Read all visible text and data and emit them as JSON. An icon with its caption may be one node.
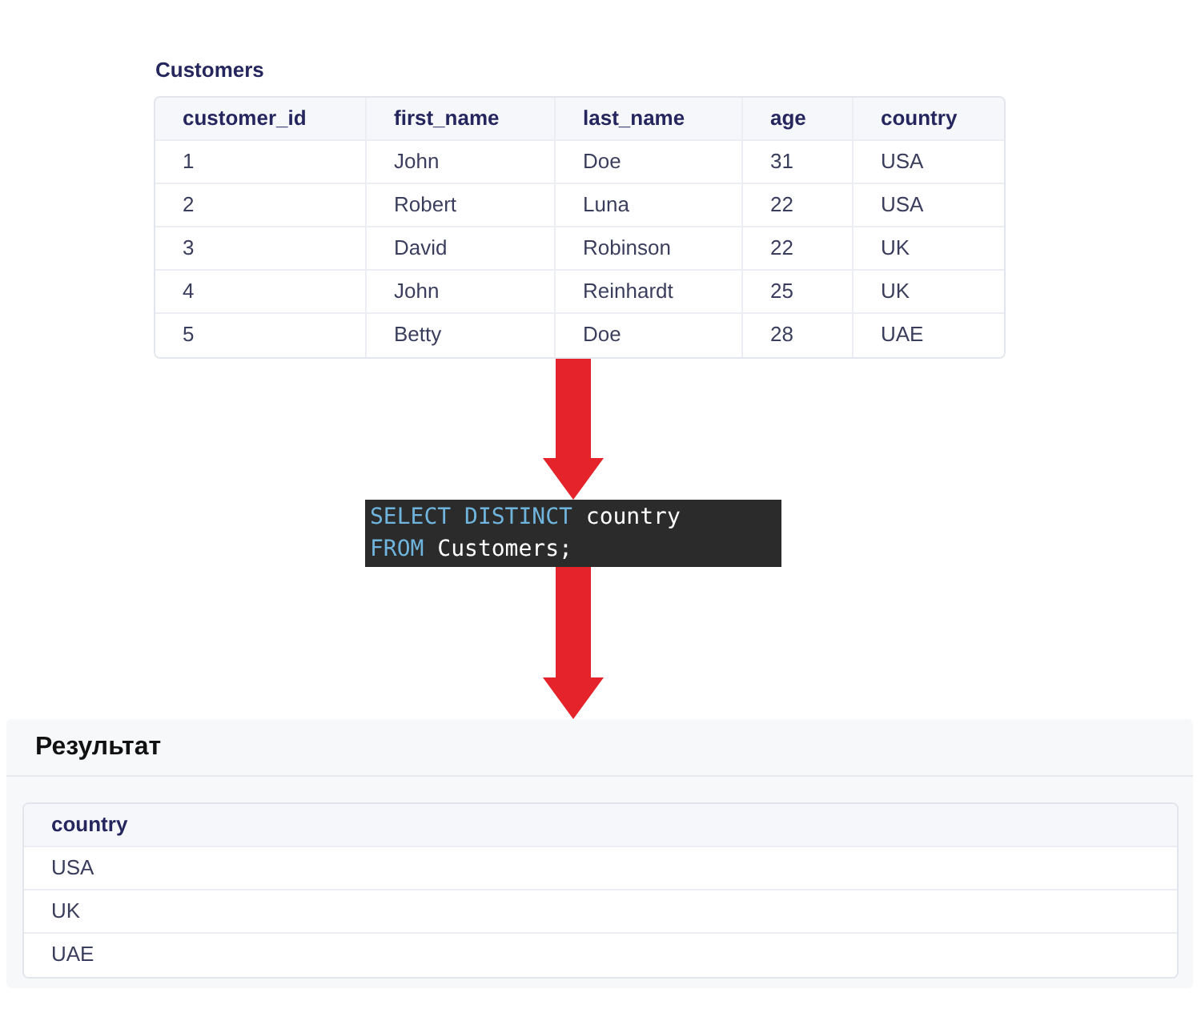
{
  "diagram": {
    "nodes": [
      {
        "text": [
          "Customers"
        ]
      },
      {
        "text": [
          "SELECT DISTINCT country FROM Customers;"
        ]
      },
      {
        "text": [
          "Результат"
        ]
      }
    ],
    "edges": [
      {
        "from": 0,
        "to": 1,
        "arrow": "to"
      },
      {
        "from": 1,
        "to": 2,
        "arrow": "to"
      }
    ],
    "labels": [
      "customer_id",
      "first_name",
      "last_name",
      "age",
      "country",
      "1",
      "John",
      "Doe",
      "31",
      "USA",
      "2",
      "Robert",
      "Luna",
      "22",
      "USA",
      "3",
      "David",
      "Robinson",
      "22",
      "UK",
      "4",
      "John",
      "Reinhardt",
      "25",
      "UK",
      "5",
      "Betty",
      "Doe",
      "28",
      "UAE",
      "country",
      "USA",
      "UK",
      "UAE"
    ]
  }
}
